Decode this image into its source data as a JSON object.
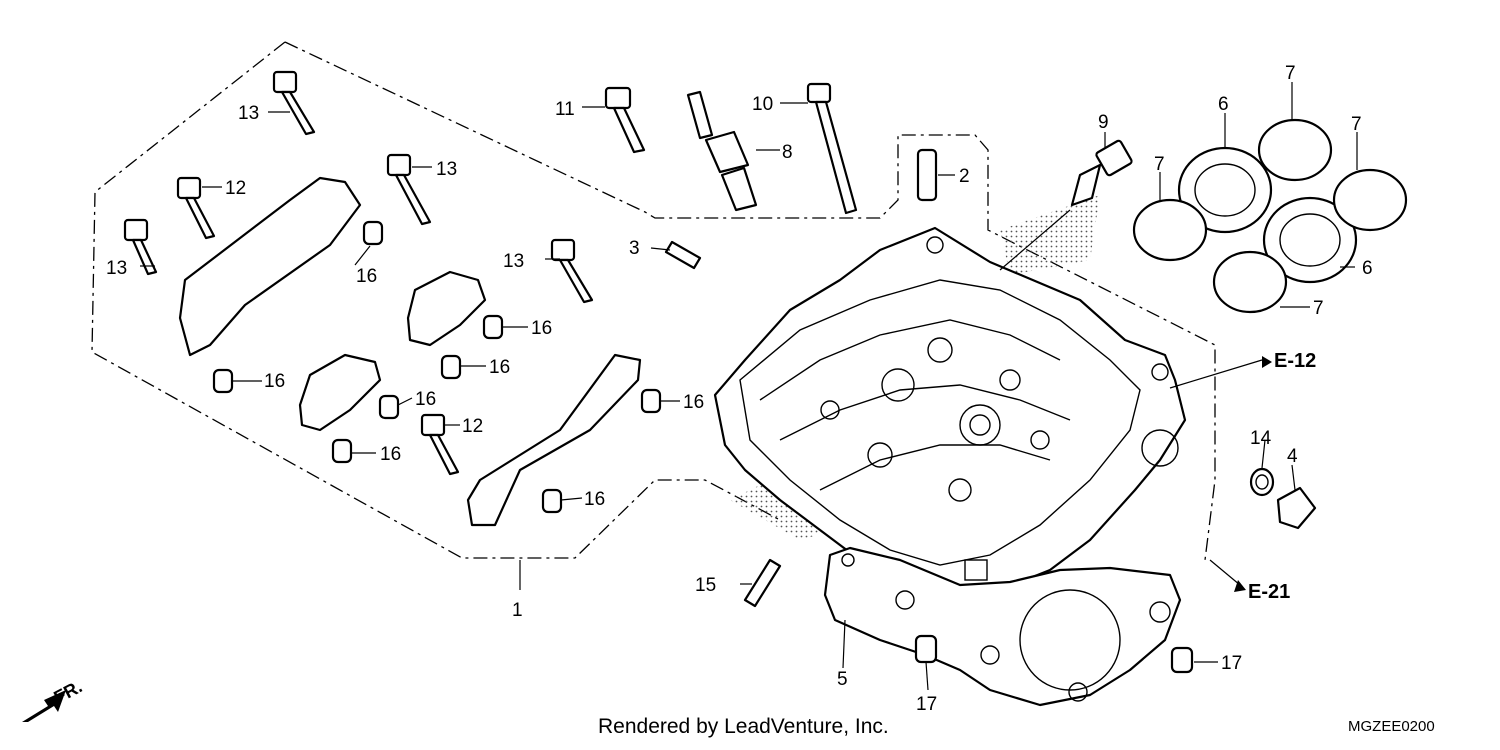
{
  "callouts": {
    "c1": "1",
    "c2": "2",
    "c3": "3",
    "c4": "4",
    "c5": "5",
    "c6a": "6",
    "c6b": "6",
    "c7a": "7",
    "c7b": "7",
    "c7c": "7",
    "c7d": "7",
    "c8": "8",
    "c9": "9",
    "c10": "10",
    "c11": "11",
    "c12a": "12",
    "c12b": "12",
    "c13a": "13",
    "c13b": "13",
    "c13c": "13",
    "c13d": "13",
    "c14": "14",
    "c15": "15",
    "c16a": "16",
    "c16b": "16",
    "c16c": "16",
    "c16d": "16",
    "c16e": "16",
    "c16f": "16",
    "c16g": "16",
    "c16h": "16",
    "c17a": "17",
    "c17b": "17"
  },
  "references": {
    "e12": "E-12",
    "e21": "E-21"
  },
  "direction": {
    "label": "FR."
  },
  "footer": {
    "credit": "Rendered by LeadVenture, Inc.",
    "code": "MGZEE0200"
  }
}
